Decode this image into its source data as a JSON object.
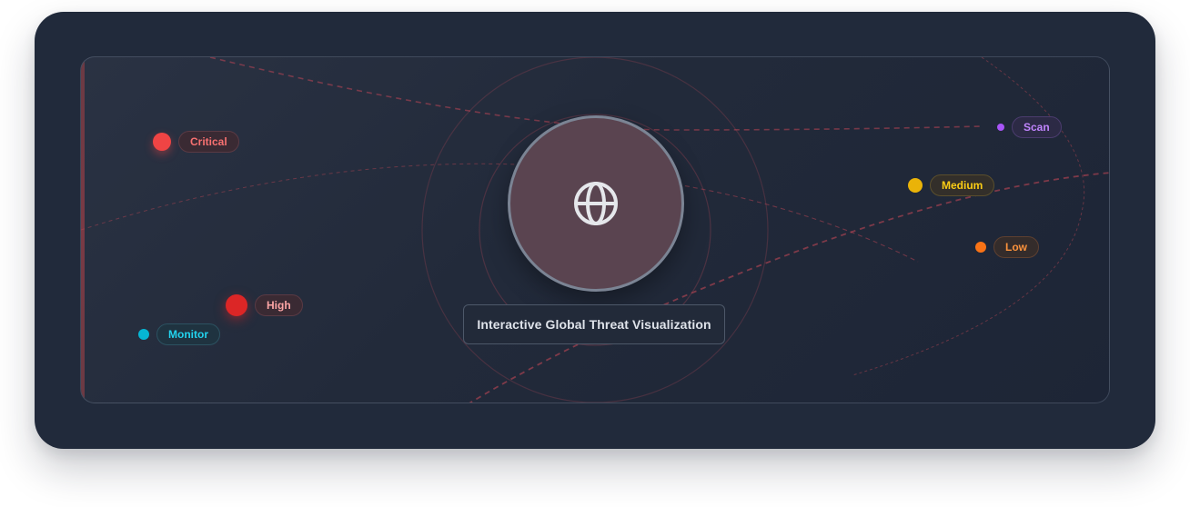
{
  "visualization": {
    "title": "Interactive Global Threat Visualization",
    "center_icon": "globe-icon",
    "markers": [
      {
        "key": "critical",
        "label": "Critical",
        "color": "#ef4444",
        "pill_bg": "#3a2a33",
        "pill_border": "#5a3a44"
      },
      {
        "key": "high",
        "label": "High",
        "color": "#dc2626",
        "pill_bg": "#3a2a33",
        "pill_border": "#5a3a44"
      },
      {
        "key": "monitor",
        "label": "Monitor",
        "color": "#06b6d4",
        "pill_bg": "#1f3340",
        "pill_border": "#2c5261"
      },
      {
        "key": "scan",
        "label": "Scan",
        "color": "#a855f7",
        "pill_bg": "#2c2a45",
        "pill_border": "#4b3c6e"
      },
      {
        "key": "medium",
        "label": "Medium",
        "color": "#eab308",
        "pill_bg": "#332f2a",
        "pill_border": "#5b4f2c"
      },
      {
        "key": "low",
        "label": "Low",
        "color": "#f97316",
        "pill_bg": "#342c2b",
        "pill_border": "#5e4030"
      }
    ]
  }
}
